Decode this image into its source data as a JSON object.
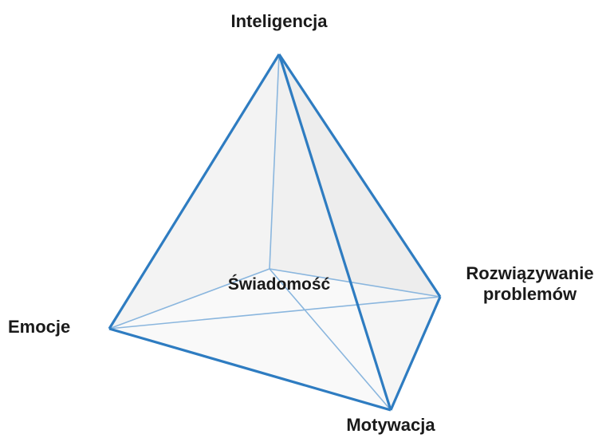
{
  "diagram": {
    "labels": {
      "top": "Inteligencja",
      "right_line1": "Rozwiązywanie",
      "right_line2": "problemów",
      "left": "Emocje",
      "bottom": "Motywacja",
      "center": "Świadomość"
    },
    "colors": {
      "edge": "#2e7cc1",
      "hidden_edge": "#7fb0dc",
      "face_fill": "#ebebeb",
      "text": "#1a1a1a"
    }
  }
}
